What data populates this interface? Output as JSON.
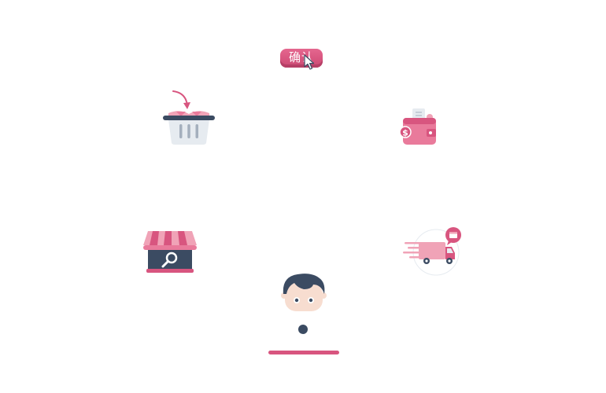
{
  "confirm_button": {
    "label": "确认"
  },
  "icons": [
    {
      "name": "confirm-button",
      "semantic": "pointer-cursor-icon"
    },
    {
      "name": "basket-icon",
      "semantic": "shopping-basket-with-arrow"
    },
    {
      "name": "wallet-icon",
      "semantic": "wallet-with-dollar"
    },
    {
      "name": "shop-icon",
      "semantic": "storefront-with-magnifier"
    },
    {
      "name": "delivery-truck-icon",
      "semantic": "fast-delivery-truck"
    },
    {
      "name": "person-avatar-icon",
      "semantic": "user-face"
    }
  ],
  "colors": {
    "accent_pink": "#d8557f",
    "light_pink": "#f0a3b7",
    "navy": "#3b4b62",
    "light_gray": "#e6ebf0",
    "skin": "#f7ddd0",
    "white": "#ffffff"
  }
}
